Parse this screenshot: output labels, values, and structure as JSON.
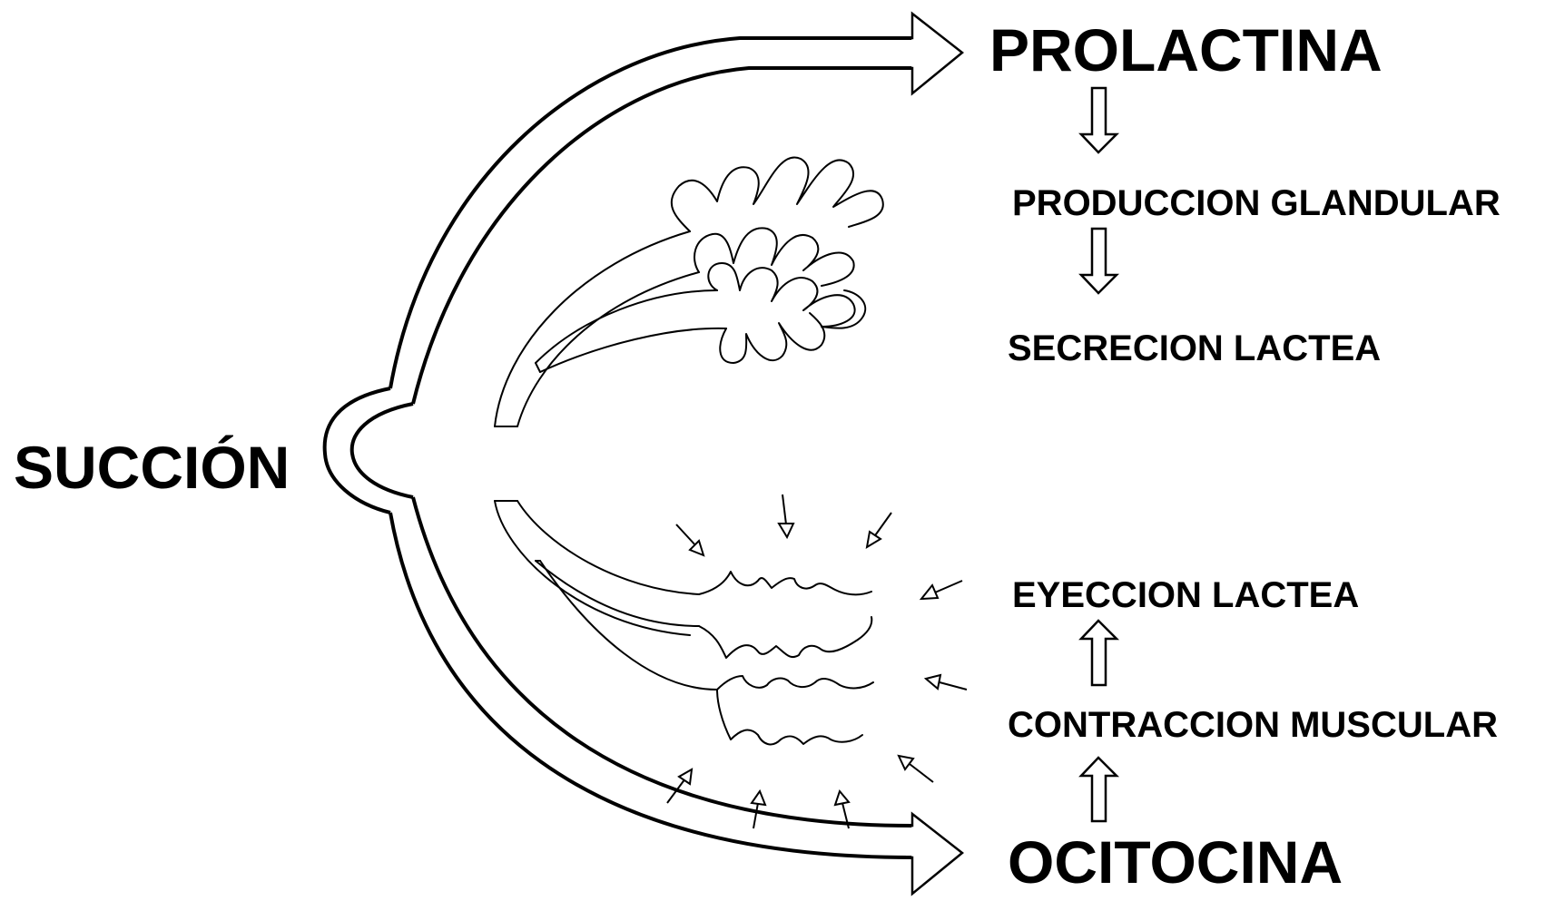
{
  "diagram": {
    "labels": {
      "suction": "SUCCIÓN",
      "prolactin": "PROLACTINA",
      "glandular_production": "PRODUCCION GLANDULAR",
      "milk_secretion": "SECRECION LACTEA",
      "milk_ejection": "EYECCION LACTEA",
      "muscle_contraction": "CONTRACCION MUSCULAR",
      "oxytocin": "OCITOCINA"
    }
  }
}
